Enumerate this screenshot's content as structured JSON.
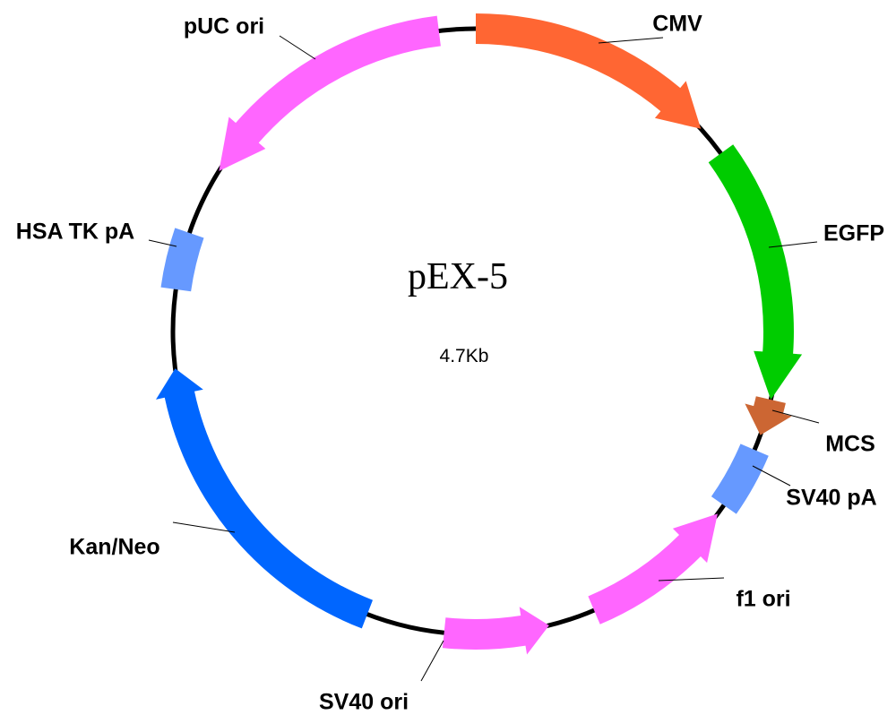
{
  "plasmid": {
    "name": "pEX-5",
    "size": "4.7Kb"
  },
  "features": [
    {
      "id": "cmv",
      "label": "CMV",
      "color": "#ff6633",
      "type": "arrow",
      "direction": "cw"
    },
    {
      "id": "egfp",
      "label": "EGFP",
      "color": "#00cc00",
      "type": "arrow",
      "direction": "cw"
    },
    {
      "id": "mcs",
      "label": "MCS",
      "color": "#cc6633",
      "type": "arrow",
      "direction": "cw"
    },
    {
      "id": "sv40-pa",
      "label": "SV40 pA",
      "color": "#6699ff",
      "type": "box",
      "direction": "none"
    },
    {
      "id": "f1-ori",
      "label": "f1 ori",
      "color": "#ff66ff",
      "type": "arrow",
      "direction": "ccw"
    },
    {
      "id": "sv40-ori",
      "label": "SV40 ori",
      "color": "#ff66ff",
      "type": "arrow",
      "direction": "ccw"
    },
    {
      "id": "kan-neo",
      "label": "Kan/Neo",
      "color": "#0066ff",
      "type": "arrow",
      "direction": "cw"
    },
    {
      "id": "hsa-tk-pa",
      "label": "HSA TK pA",
      "color": "#6699ff",
      "type": "box",
      "direction": "none"
    },
    {
      "id": "puc-ori",
      "label": "pUC ori",
      "color": "#ff66ff",
      "type": "arrow",
      "direction": "ccw"
    }
  ],
  "colors": {
    "backbone": "#000000",
    "background": "#ffffff"
  }
}
